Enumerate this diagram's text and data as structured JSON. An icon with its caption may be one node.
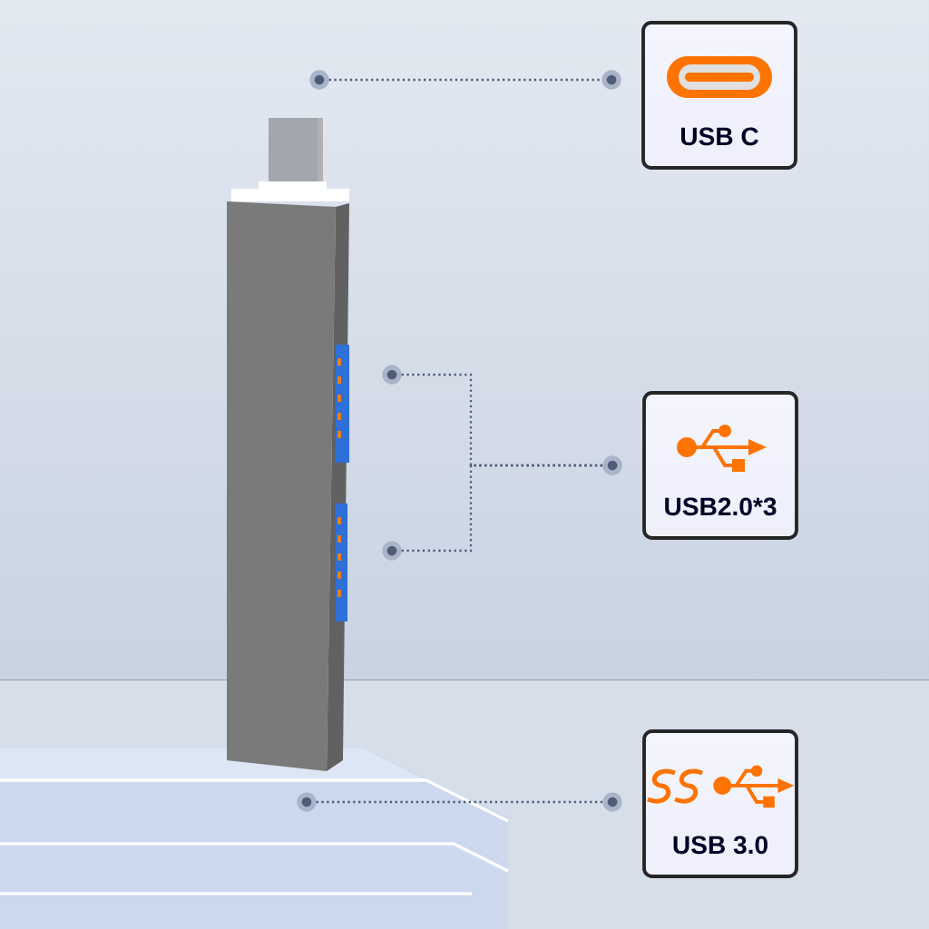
{
  "diagram": {
    "nodes": [
      {
        "text": [
          "USB C"
        ]
      },
      {
        "text": [
          "USB2.0*3"
        ]
      },
      {
        "text": [
          "USB 3.0"
        ]
      },
      {
        "text": [],
        "shape": "circle"
      },
      {
        "text": [],
        "shape": "circle"
      },
      {
        "text": [],
        "shape": "circle"
      },
      {
        "text": [],
        "shape": "circle"
      }
    ],
    "edges": [
      {
        "from": 3,
        "to": 0,
        "arrow": "other"
      },
      {
        "from": 4,
        "to": 1,
        "arrow": "other"
      },
      {
        "from": 5,
        "to": 1,
        "arrow": "other"
      },
      {
        "from": 6,
        "to": 2,
        "arrow": "other"
      }
    ]
  }
}
